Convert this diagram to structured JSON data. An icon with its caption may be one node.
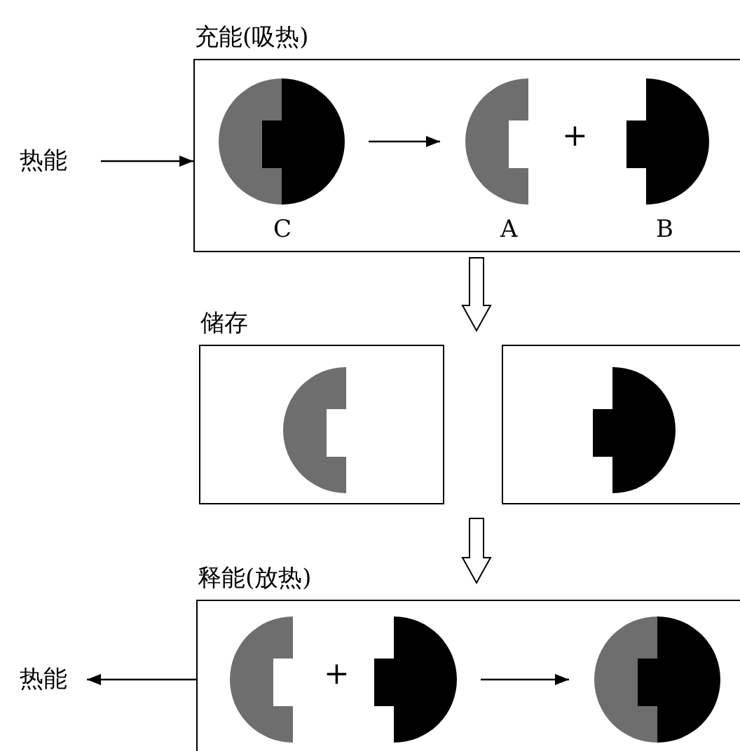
{
  "diagram": {
    "nodes": [
      {
        "text": [
          "充能(吸热)"
        ]
      },
      {
        "text": [],
        "shape": "circle",
        "in": 0,
        "beside": [
          "C"
        ]
      },
      {
        "text": [],
        "shape": "half-disk",
        "in": 0,
        "beside": [
          "A"
        ]
      },
      {
        "text": [],
        "shape": "half-disk",
        "in": 0,
        "beside": [
          "B"
        ]
      },
      {
        "text": [
          "热能"
        ]
      },
      {
        "text": [
          "储存"
        ]
      },
      {
        "text": [],
        "shape": "half-disk",
        "in": 5
      },
      {
        "text": [],
        "shape": "box"
      },
      {
        "text": [],
        "shape": "half-disk",
        "in": 7
      },
      {
        "text": [
          "释能(放热)"
        ]
      },
      {
        "text": [],
        "shape": "half-disk",
        "in": 9
      },
      {
        "text": [],
        "shape": "half-disk",
        "in": 9
      },
      {
        "text": [],
        "shape": "circle",
        "in": 9
      },
      {
        "text": [
          "热能"
        ]
      }
    ],
    "edges": [
      {
        "from": 4,
        "to": 0,
        "arrow": "to"
      },
      {
        "from": 1,
        "to": 2,
        "arrow": "to"
      },
      {
        "from": 0,
        "to": null,
        "arrow": "to"
      },
      {
        "from": null,
        "to": 9,
        "arrow": "to"
      },
      {
        "from": 11,
        "to": 12,
        "arrow": "to"
      },
      {
        "from": 9,
        "to": 13,
        "arrow": "to"
      }
    ],
    "labels": [
      "+",
      "+"
    ]
  }
}
